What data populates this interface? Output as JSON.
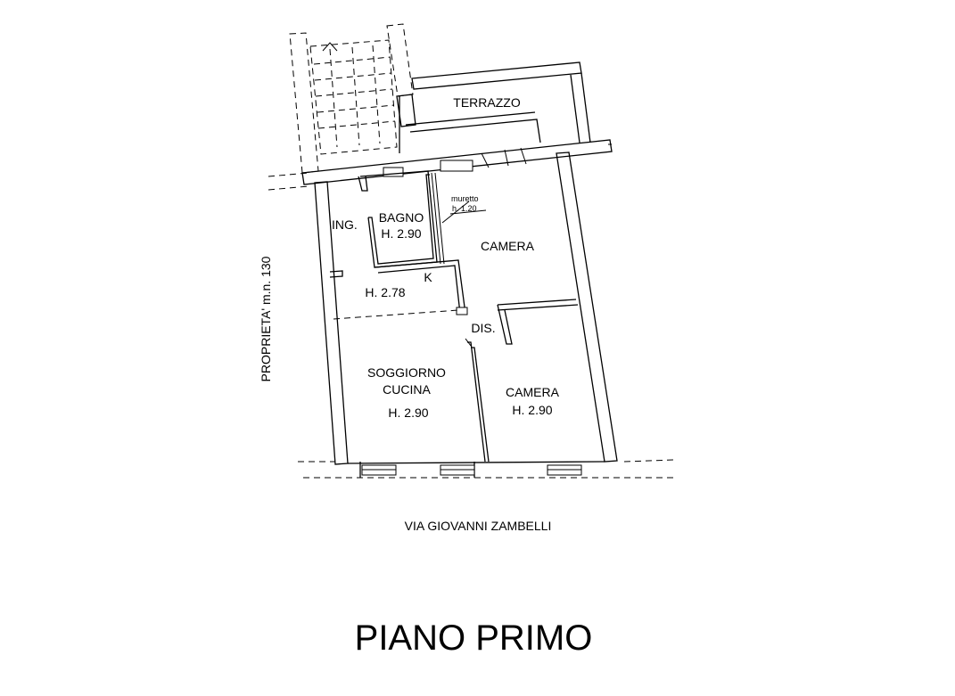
{
  "labels": {
    "terrazzo": "TERRAZZO",
    "muretto": "muretto",
    "muretto_h": "h. 1.20",
    "ingresso": "ING.",
    "bagno": "BAGNO",
    "bagno_h": "H. 2.90",
    "camera_top": "CAMERA",
    "k": "K",
    "k_h": "H. 2.78",
    "dis": "DIS.",
    "soggiorno": "SOGGIORNO",
    "cucina": "CUCINA",
    "soggiorno_h": "H. 2.90",
    "camera_bottom": "CAMERA",
    "camera_bottom_h": "H. 2.90",
    "proprieta": "PROPRIETA' m.n. 130",
    "street": "VIA GIOVANNI ZAMBELLI"
  },
  "title": "PIANO PRIMO"
}
